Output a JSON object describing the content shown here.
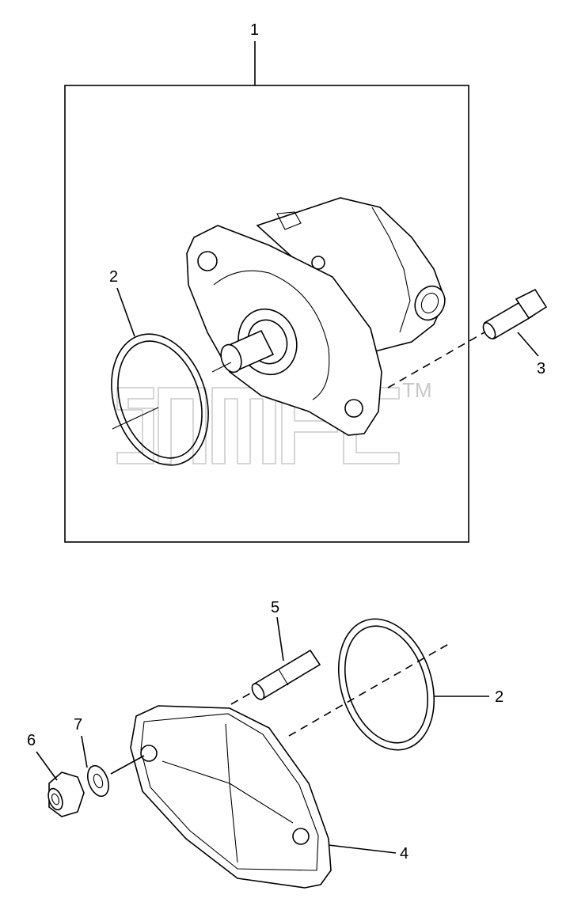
{
  "callouts": {
    "assembly": "1",
    "o_ring_top": "2",
    "bolt": "3",
    "cover": "4",
    "stud": "5",
    "nut": "6",
    "washer": "7",
    "o_ring_bottom": "2"
  },
  "watermark": {
    "trademark": "TM"
  }
}
